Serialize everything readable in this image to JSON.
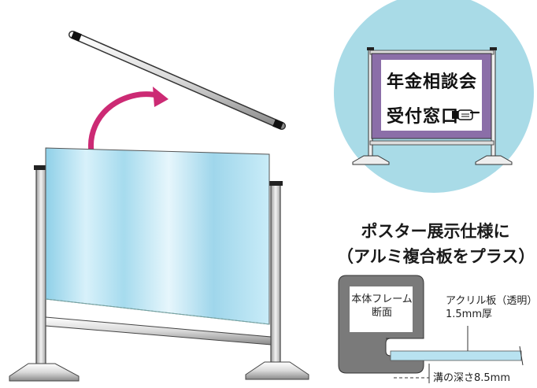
{
  "sign": {
    "line1": "年金相談会",
    "line2": "受付窓口"
  },
  "caption": {
    "line1": "ポスター展示仕様に",
    "line2": "（アルミ複合板をプラス）"
  },
  "section": {
    "frame_label_1": "本体フレーム",
    "frame_label_2": "断面",
    "acrylic_label_1": "アクリル板（透明）",
    "acrylic_label_2": "1.5mm厚",
    "groove_label": "溝の深さ8.5mm"
  },
  "colors": {
    "inset_circle": "#a9dbe7",
    "sign_panel": "#8b6ea8",
    "arrow": "#cc2a74",
    "acrylic": "#b8e2f0"
  },
  "icons": [
    "rotate-arrow-icon",
    "pointing-hand-icon"
  ]
}
